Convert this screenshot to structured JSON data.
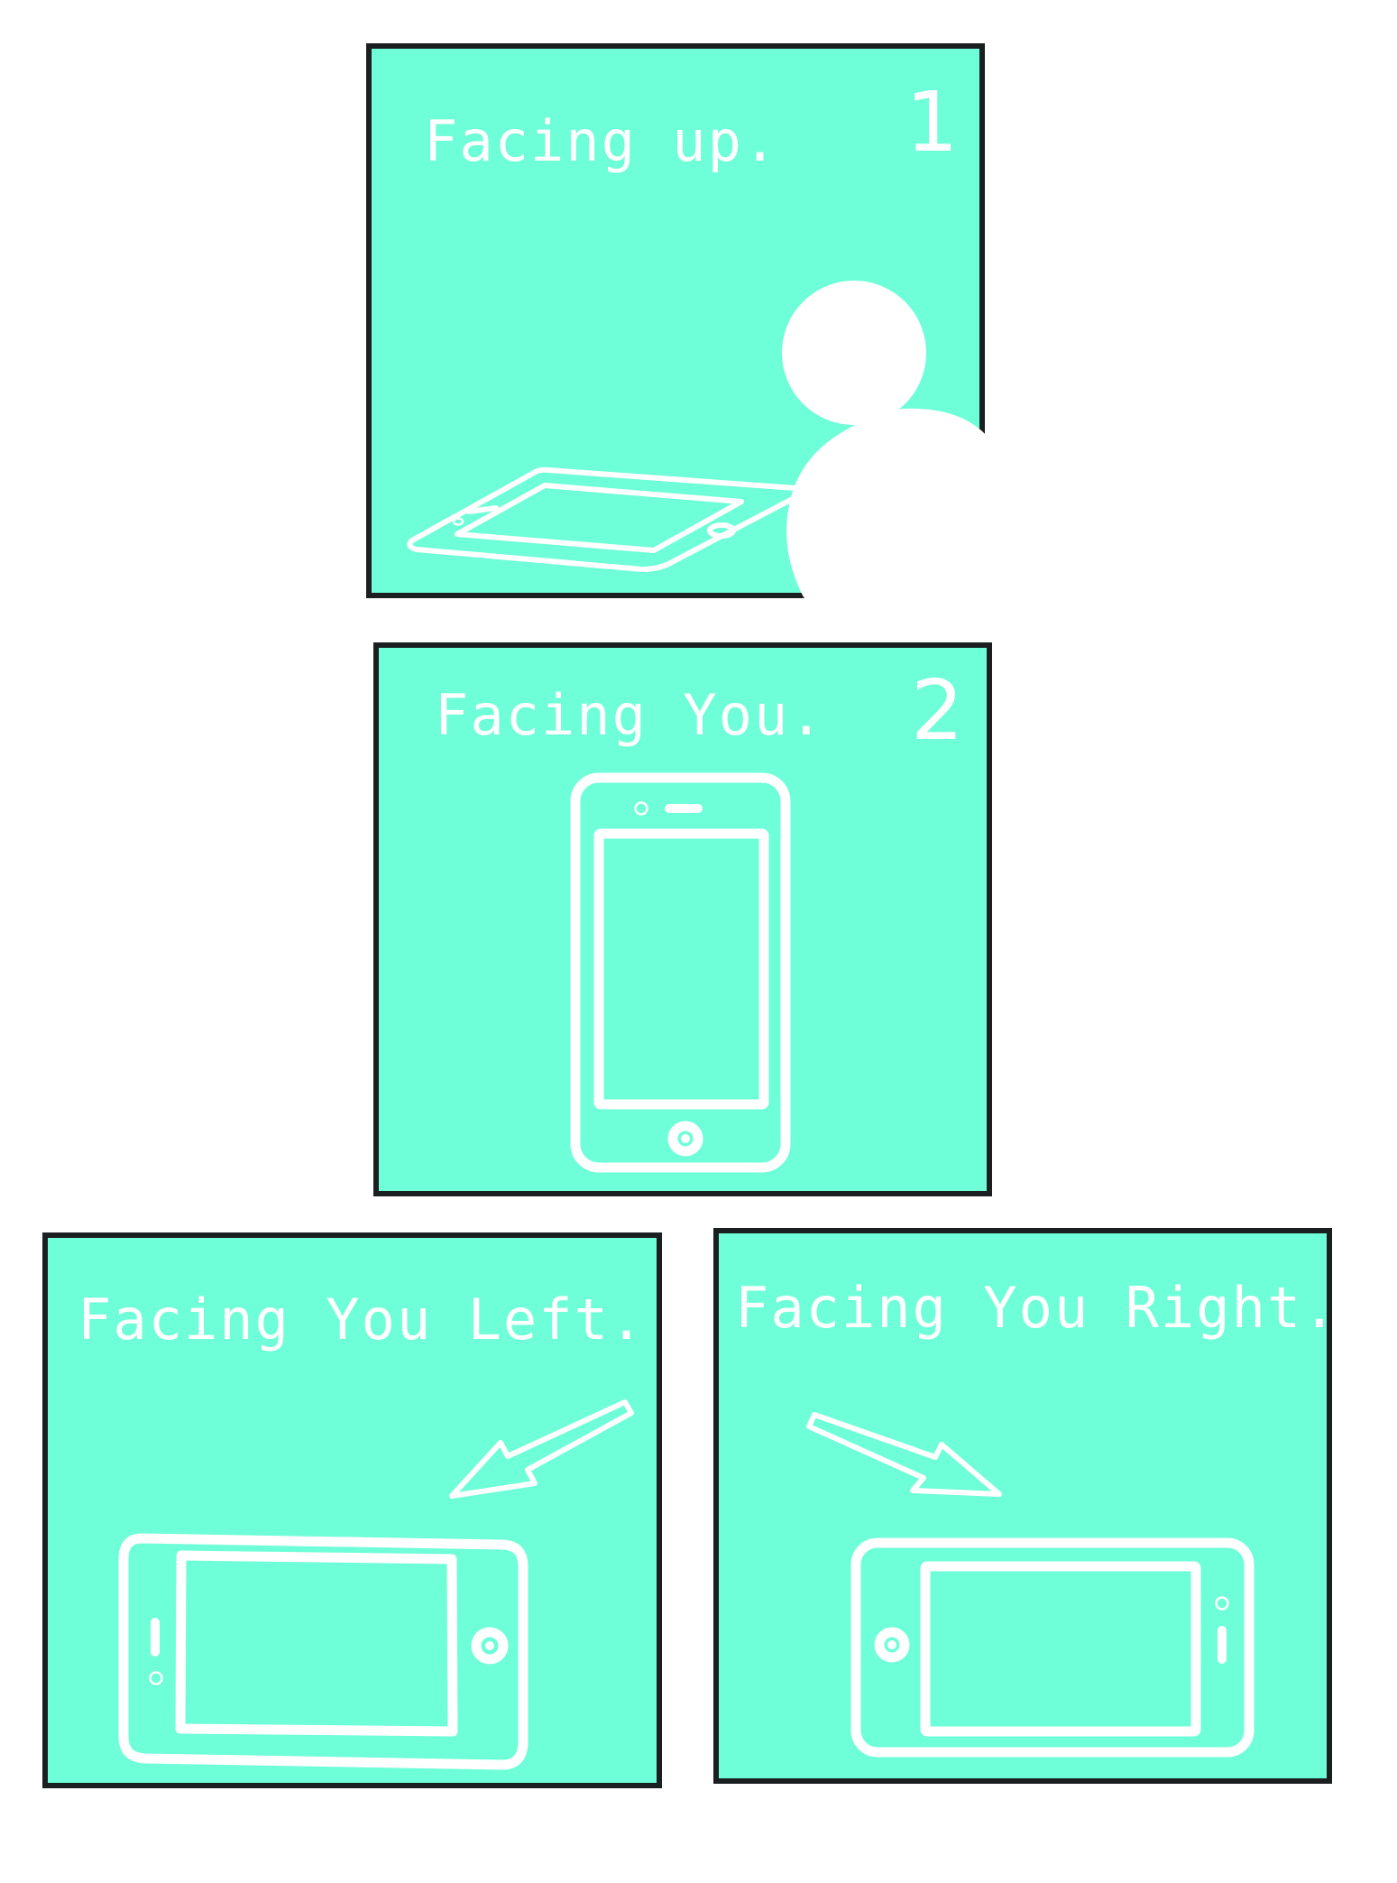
{
  "panels": [
    {
      "caption": "Facing up.",
      "number": "1"
    },
    {
      "caption": "Facing You.",
      "number": "2"
    },
    {
      "caption": "Facing You Left."
    },
    {
      "caption": "Facing You Right."
    }
  ],
  "colors": {
    "panel_fill": "#6effd8",
    "panel_border": "#1c1f1f",
    "line_art": "#ffffff",
    "page_background": "#ffffff"
  },
  "icons": [
    "phone-flat-icon",
    "phone-portrait-icon",
    "phone-landscape-icon",
    "arrow-icon",
    "white-blob-shape"
  ]
}
